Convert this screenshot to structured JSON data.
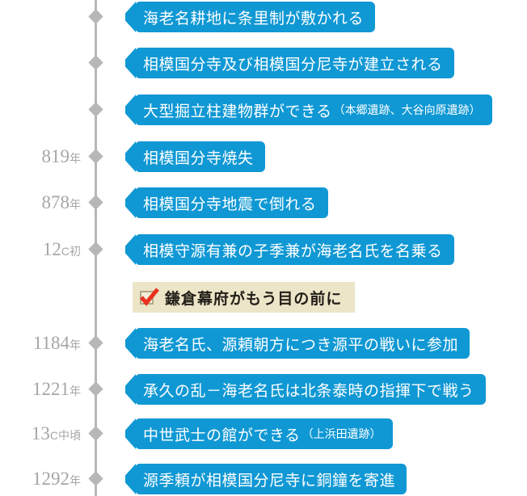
{
  "theme": {
    "bubble_color": "#1098d4",
    "bubble_text_color": "#ffffff",
    "spine_color": "#b7b7b7",
    "year_text_color": "#a6a6a6",
    "callout_bg_color": "#ece5c8",
    "callout_text_color": "#231f18",
    "check_color": "#e8321e",
    "page_bg": "#ffffff"
  },
  "timeline": {
    "events": [
      {
        "year_num": "",
        "year_suffix": "",
        "label": "海老名耕地に条里制が敷かれる",
        "note": "",
        "type": "event"
      },
      {
        "year_num": "",
        "year_suffix": "",
        "label": "相模国分寺及び相模国分尼寺が建立される",
        "note": "",
        "type": "event"
      },
      {
        "year_num": "",
        "year_suffix": "",
        "label": "大型掘立柱建物群ができる",
        "note": "（本郷遺跡、大谷向原遺跡）",
        "type": "event"
      },
      {
        "year_num": "819",
        "year_suffix": "年",
        "label": "相模国分寺焼失",
        "note": "",
        "type": "event"
      },
      {
        "year_num": "878",
        "year_suffix": "年",
        "label": "相模国分寺地震で倒れる",
        "note": "",
        "type": "event"
      },
      {
        "year_num": "12",
        "year_suffix": "C初",
        "label": "相模守源有兼の子季兼が海老名氏を名乗る",
        "note": "",
        "type": "event"
      },
      {
        "year_num": "",
        "year_suffix": "",
        "label": "鎌倉幕府がもう目の前に",
        "note": "",
        "type": "callout",
        "icon": "checkbox-checked-icon"
      },
      {
        "year_num": "1184",
        "year_suffix": "年",
        "label": "海老名氏、源頼朝方につき源平の戦いに参加",
        "note": "",
        "type": "event"
      },
      {
        "year_num": "1221",
        "year_suffix": "年",
        "label": "承久の乱－海老名氏は北条泰時の指揮下で戦う",
        "note": "",
        "type": "event"
      },
      {
        "year_num": "13",
        "year_suffix": "C中頃",
        "label": "中世武士の館ができる",
        "note": "（上浜田遺跡）",
        "type": "event"
      },
      {
        "year_num": "1292",
        "year_suffix": "年",
        "label": "源季頼が相模国分尼寺に銅鐘を寄進",
        "note": "",
        "type": "event"
      }
    ]
  }
}
